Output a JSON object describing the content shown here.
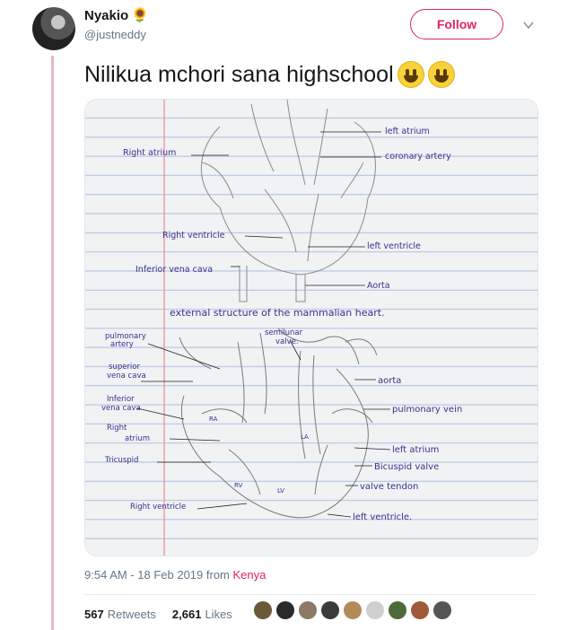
{
  "tweet": {
    "author_name": "Nyakio",
    "author_emoji": "🌻",
    "handle": "@justneddy",
    "follow_label": "Follow",
    "text": "Nilikua mchori sana highschool",
    "time": "9:54 AM - 18 Feb 2019",
    "from_label": "from",
    "location": "Kenya",
    "retweets_count": "567",
    "retweets_label": "Retweets",
    "likes_count": "2,661",
    "likes_label": "Likes"
  },
  "drawing": {
    "top_labels": {
      "left_atrium": "left atrium",
      "right_atrium": "Right atrium",
      "coronary_artery": "coronary artery",
      "right_ventricle": "Right ventricle",
      "left_ventricle": "left ventricle",
      "inferior_vena_cava": "Inferior vena cava",
      "aorta": "Aorta",
      "caption": "external structure of the mammalian heart."
    },
    "bottom_labels": {
      "pulmonary_artery_1": "pulmonary",
      "pulmonary_artery_2": "artery",
      "superior_vena_cava_1": "superior",
      "superior_vena_cava_2": "vena cava",
      "semilunar_1": "semilunar",
      "semilunar_2": "valve.",
      "aorta": "aorta",
      "inferior_vena_cava_1": "Inferior",
      "inferior_vena_cava_2": "vena cava",
      "pulmonary_vein": "pulmonary vein",
      "right_atrium_1": "Right",
      "right_atrium_2": "atrium",
      "ra": "RA",
      "la": "LA",
      "left_atrium": "left atrium",
      "tricuspid": "Tricuspid",
      "bicuspid": "Bicuspid valve",
      "valve_tendon": "valve tendon",
      "rv": "RV",
      "lv": "LV",
      "right_ventricle": "Right ventricle",
      "left_ventricle": "left ventricle."
    }
  }
}
